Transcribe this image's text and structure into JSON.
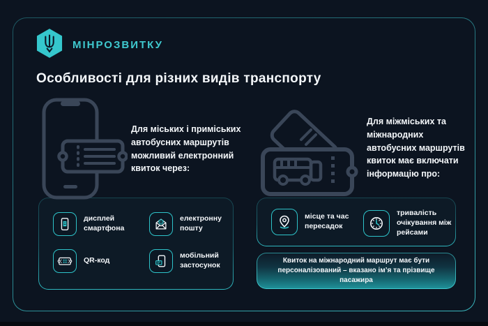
{
  "colors": {
    "background": "#0c1420",
    "accent_teal": "#3fc9cf",
    "icon_border_teal": "#2ec4ca",
    "illustration_gray": "#3a4658",
    "panel_background": "#0d1a26",
    "text_white": "#f4f7fa",
    "note_gradient_bottom": "#1f9098"
  },
  "header": {
    "brand": "МІНРОЗВИТКУ",
    "logo_icon": "trident-hexagon-icon"
  },
  "title": "Особливості для різних видів транспорту",
  "left_section": {
    "illustration": "smartphone-with-ticket-illustration",
    "intro": "Для міських і приміських автобусних маршрутів можливий електронний квиток через:",
    "items": [
      {
        "icon": "smartphone-display-icon",
        "label": "дисплей смартфона"
      },
      {
        "icon": "email-icon",
        "label": "електронну пошту"
      },
      {
        "icon": "qr-code-ticket-icon",
        "label": "QR-код"
      },
      {
        "icon": "mobile-app-icon",
        "label": "мобільний застосунок"
      }
    ]
  },
  "right_section": {
    "illustration": "bus-tickets-illustration",
    "intro": "Для міжміських та міжнародних автобусних маршрутів квиток має включати інформацію про:",
    "items": [
      {
        "icon": "location-pin-icon",
        "label": "місце та час пересадок"
      },
      {
        "icon": "clock-icon",
        "label": "тривалість очікування між рейсами"
      }
    ],
    "note": "Квиток на міжнародний маршрут має бути персоналізований – вказано ім’я та прізвище пасажира"
  }
}
